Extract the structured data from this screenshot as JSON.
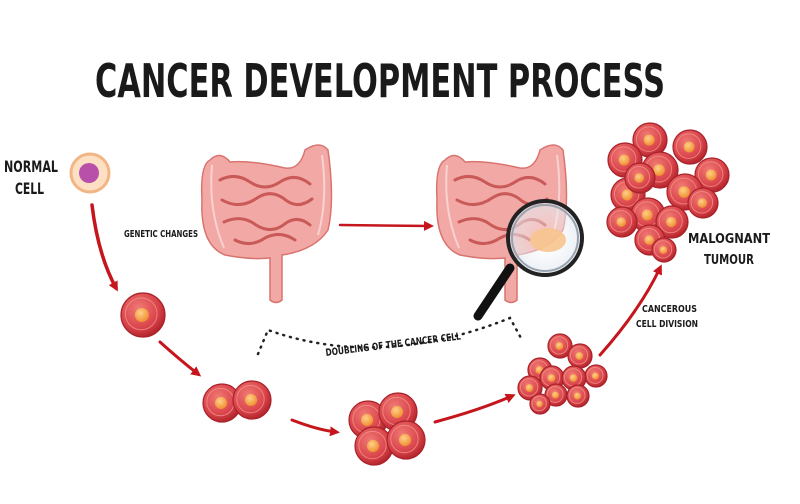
{
  "title": "CANCER DEVELOPMENT PROCESS",
  "labels": {
    "normal_cell_1": "NORMAL",
    "normal_cell_2": "CELL",
    "genetic_changes": "GENETIC CHANGES",
    "doubling": "DOUBLING OF THE CANCER CELL",
    "cancerous_1": "CANCEROUS",
    "cancerous_2": "CELL DIVISION",
    "tumour_1": "MALOGNANT",
    "tumour_2": "TUMOUR"
  },
  "colors": {
    "arrow": "#c4161c",
    "cell_outer": "#d9434a",
    "cell_inner": "#f29a3a",
    "intestine": "#f0a3a0",
    "normal_nucleus": "#b84fa8"
  }
}
